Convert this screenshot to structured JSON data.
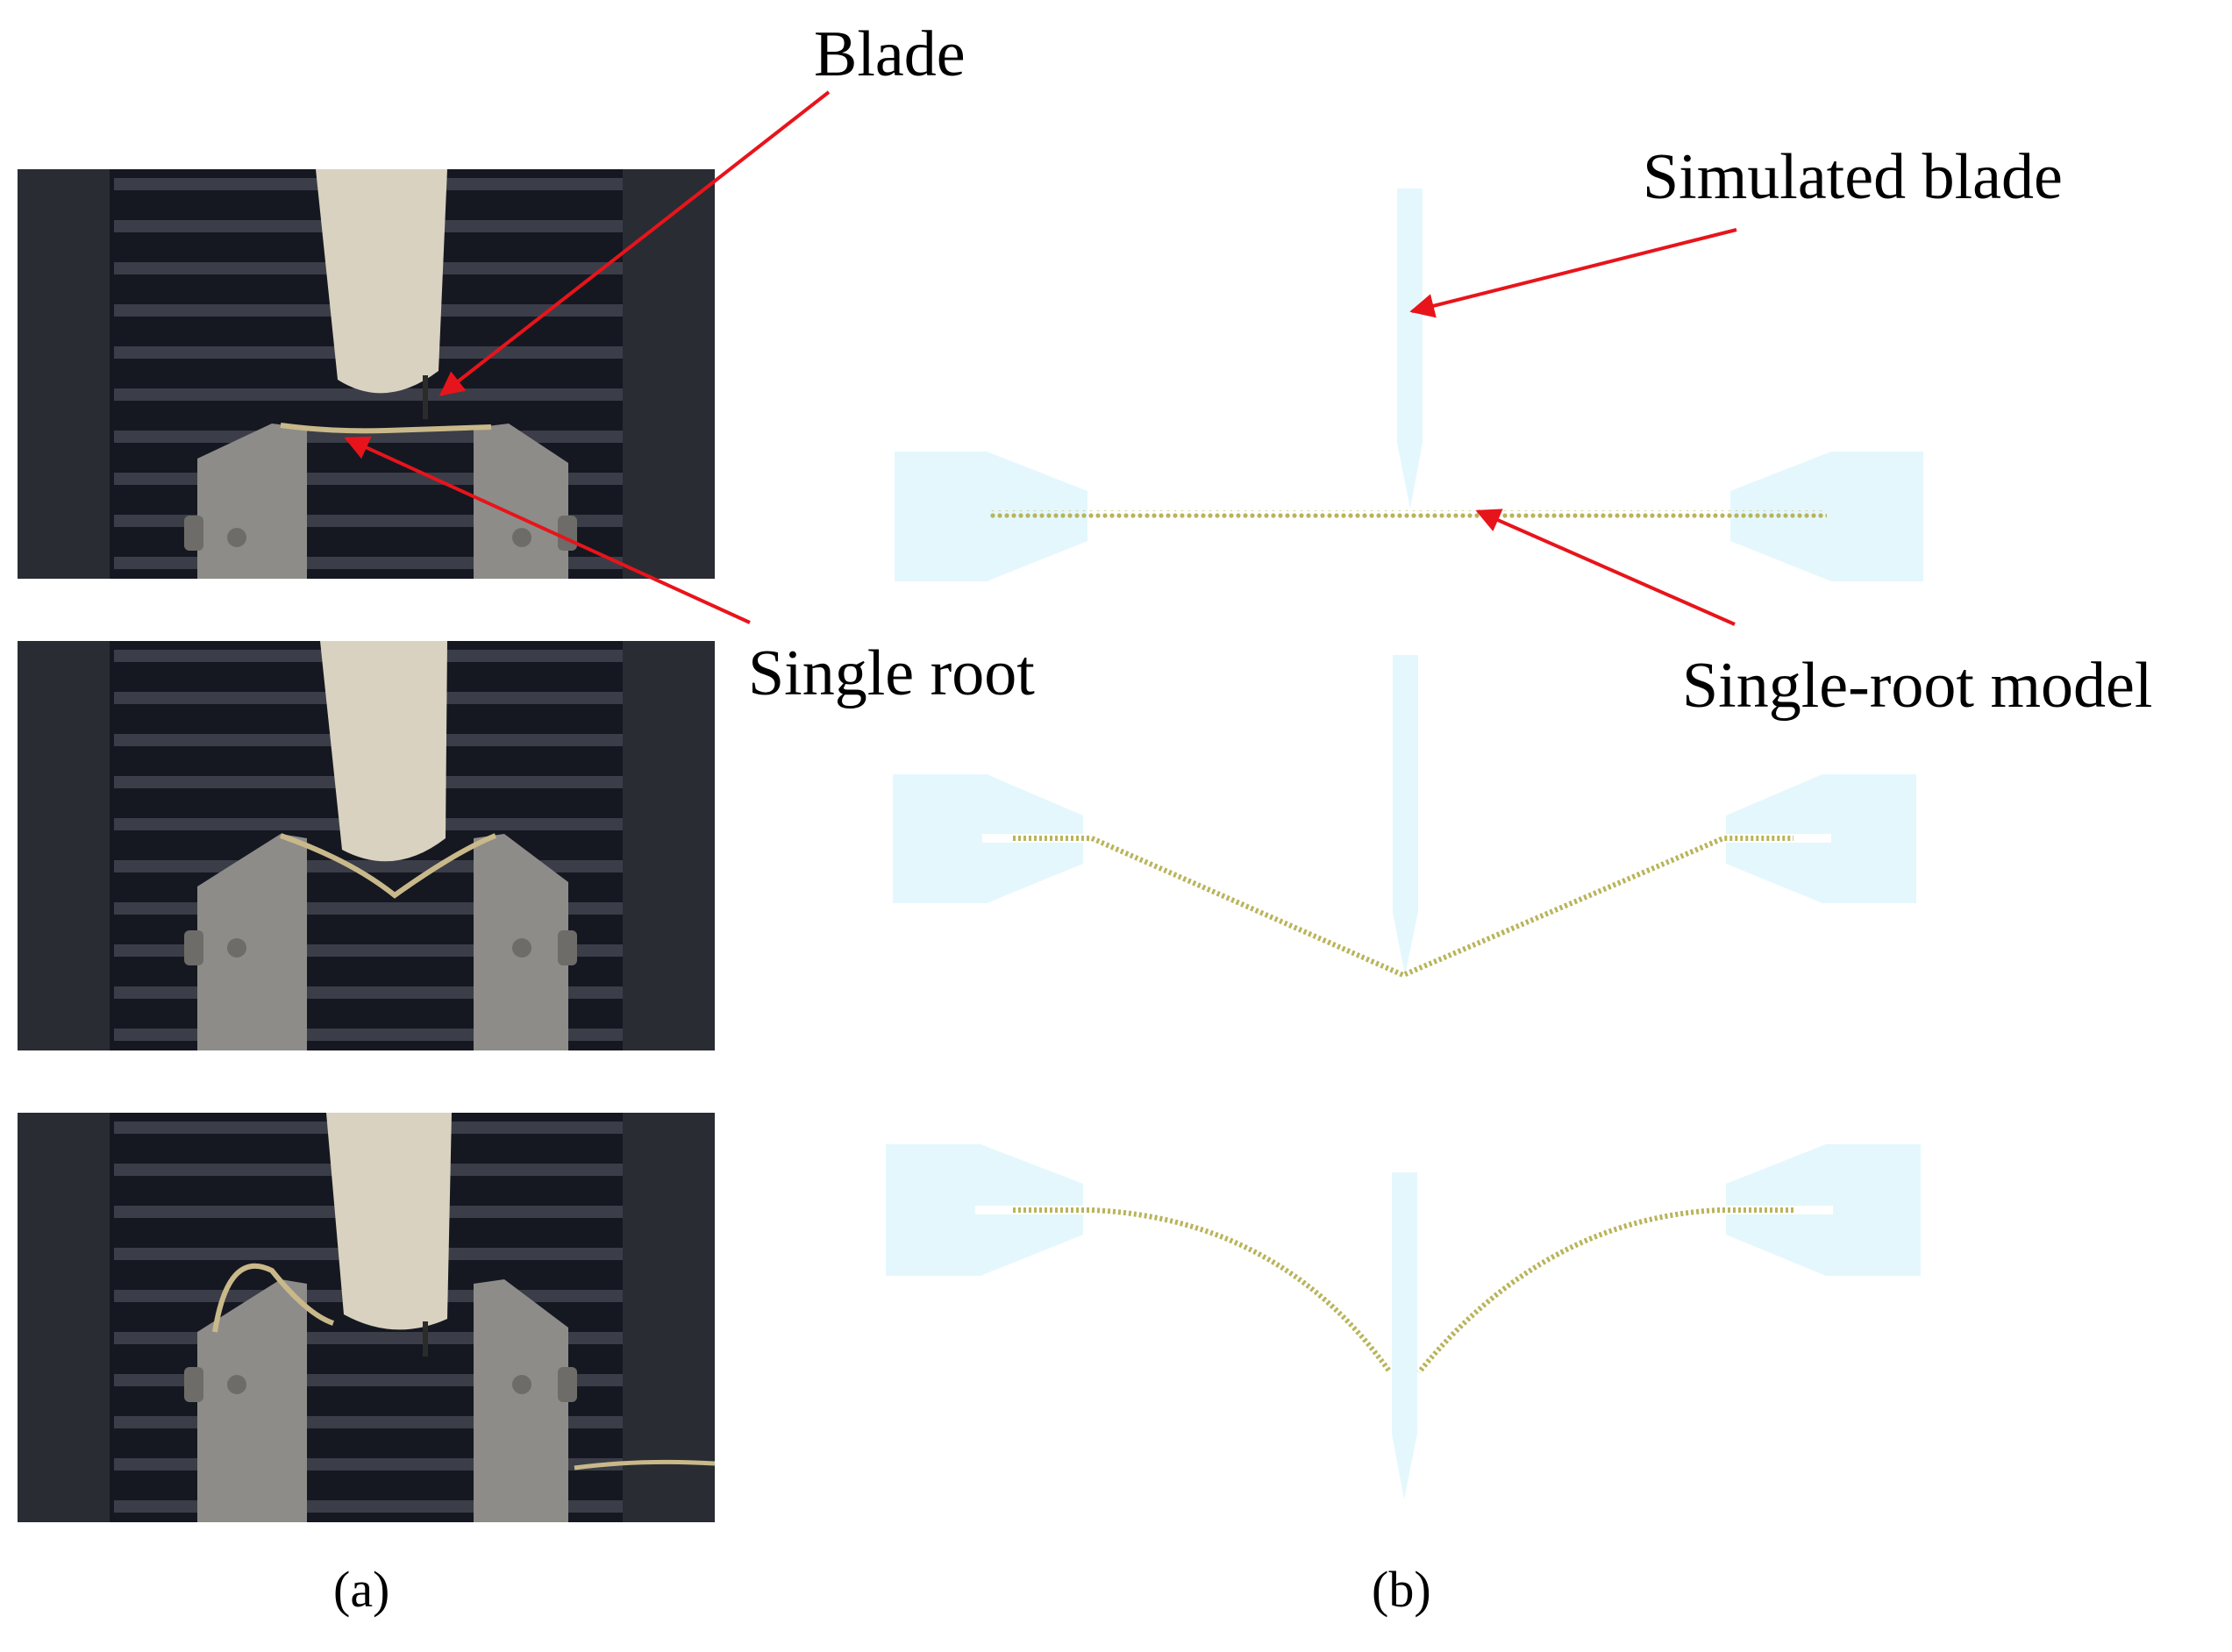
{
  "labels": {
    "blade": "Blade",
    "single_root": "Single root",
    "simulated_blade": "Simulated blade",
    "single_root_model": "Single-root model"
  },
  "captions": {
    "a": "(a)",
    "b": "(b)"
  },
  "colors": {
    "arrow": "#e8141b",
    "sim_fixture": "#e4f7fd",
    "root": "#b9b45a",
    "photo_bg": "#151821",
    "photo_slat": "#3b3e48",
    "clamp": "#8d8c89",
    "clamp_dark": "#6d6c69",
    "probe": "#d9d2c0"
  }
}
